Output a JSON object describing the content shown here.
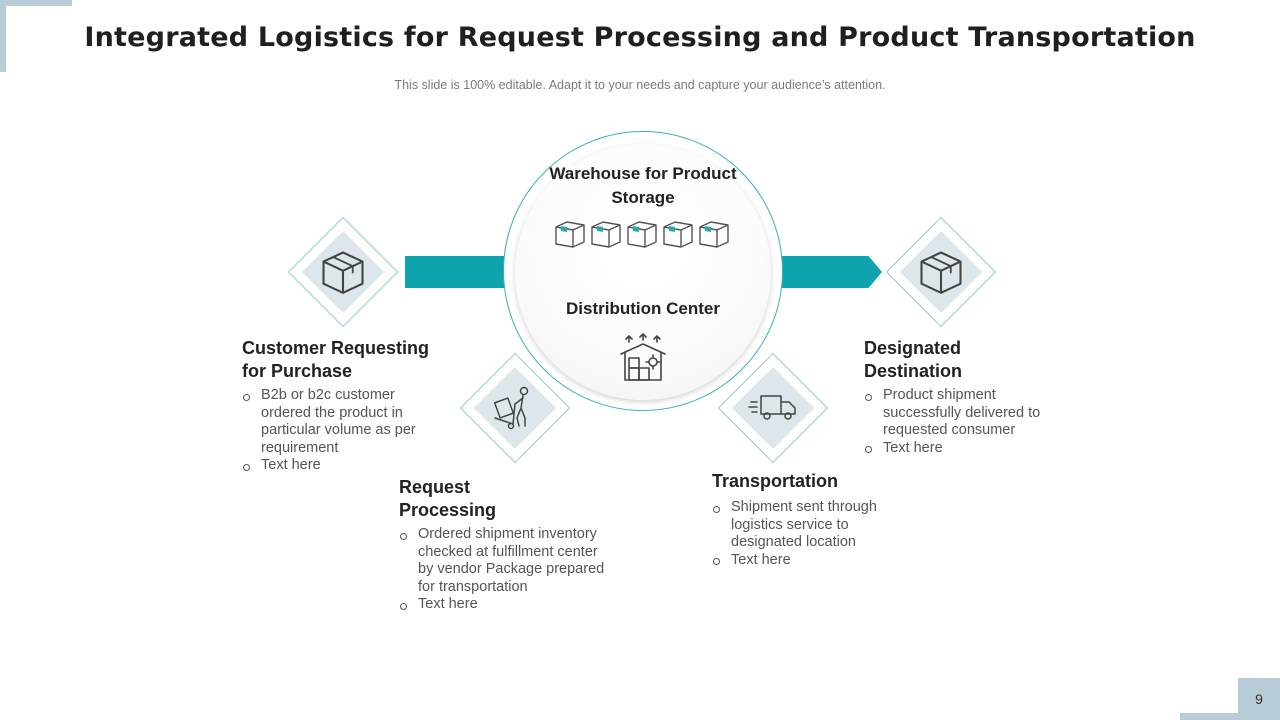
{
  "slide": {
    "title": "Integrated Logistics for Request Processing and Product Transportation",
    "subtitle": "This slide is 100% editable. Adapt it to your needs and capture your audience’s attention.",
    "page_number": "9"
  },
  "center": {
    "warehouse_title": "Warehouse for Product Storage",
    "distribution_title": "Distribution Center",
    "box_icons": [
      "box-icon",
      "box-icon",
      "box-icon",
      "box-icon",
      "box-icon"
    ],
    "distribution_icon": "warehouse-icon"
  },
  "colors": {
    "accent": "#0fa3ad",
    "ring": "#35b1be",
    "diamond_fill": "#dde6ea",
    "corner": "#b7ccd6"
  },
  "steps": [
    {
      "heading": "Customer Requesting for Purchase",
      "icon": "package-icon",
      "bullets": [
        "B2b or b2c customer ordered the product in particular volume as per requirement",
        "Text here"
      ]
    },
    {
      "heading": "Request Processing",
      "icon": "hand-truck-icon",
      "bullets": [
        "Ordered shipment inventory checked at fulfillment center by vendor Package prepared for transportation",
        "Text here"
      ]
    },
    {
      "heading": "Transportation",
      "icon": "delivery-truck-icon",
      "bullets": [
        "Shipment sent through logistics service to designated location",
        "Text here"
      ]
    },
    {
      "heading": "Designated Destination",
      "icon": "package-icon",
      "bullets": [
        "Product shipment successfully delivered to requested consumer",
        "Text here"
      ]
    }
  ]
}
